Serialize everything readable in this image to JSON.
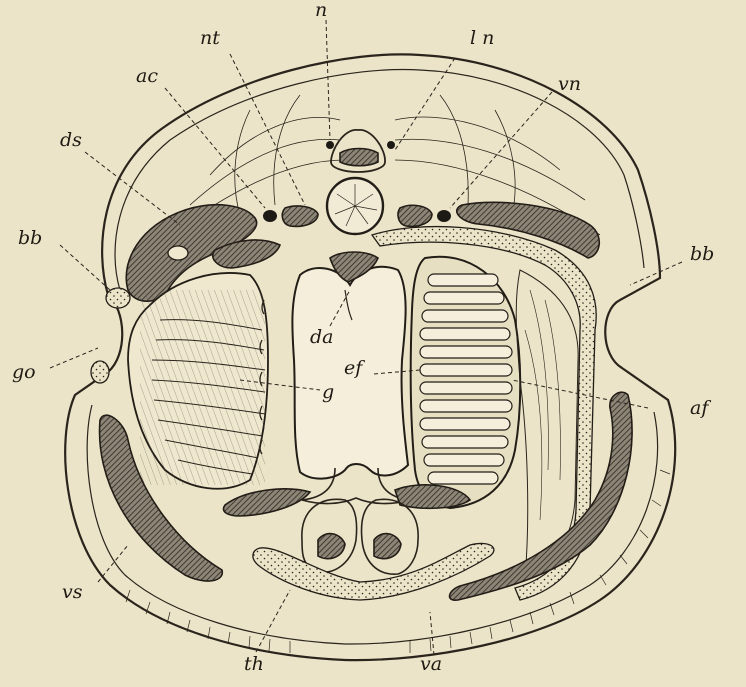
{
  "figure": {
    "background": "#ebe4c8",
    "ink": "#2a241c",
    "labels": {
      "n": "n",
      "ln": "l n",
      "nt": "nt",
      "vn": "vn",
      "ac": "ac",
      "ds": "ds",
      "bb_left": "bb",
      "bb_right": "bb",
      "go": "go",
      "da": "da",
      "ef": "ef",
      "g": "g",
      "af": "af",
      "vs": "vs",
      "th": "th",
      "va": "va"
    }
  }
}
